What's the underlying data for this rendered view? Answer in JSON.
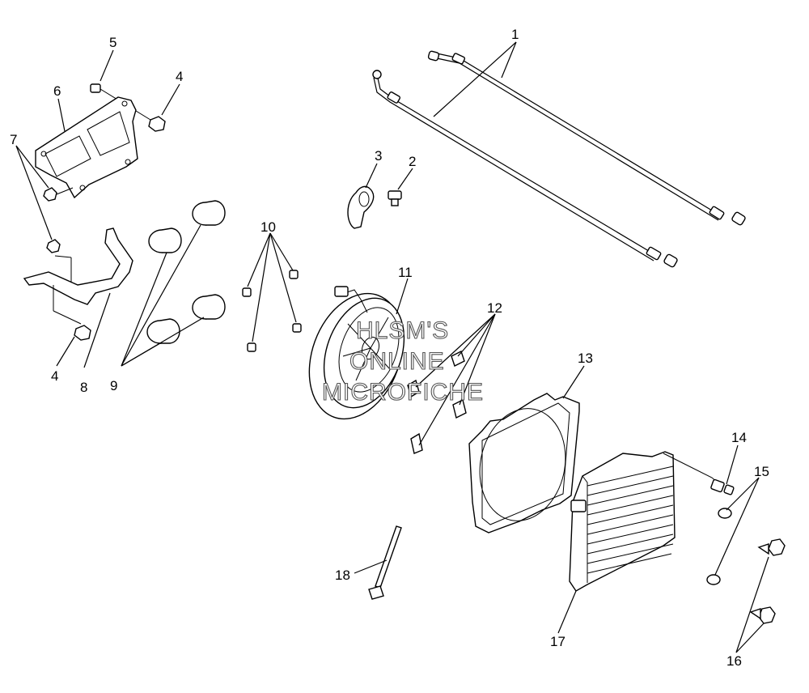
{
  "callouts": {
    "c1": "1",
    "c2": "2",
    "c3": "3",
    "c4a": "4",
    "c4b": "4",
    "c5": "5",
    "c6": "6",
    "c7": "7",
    "c8": "8",
    "c9": "9",
    "c10": "10",
    "c11": "11",
    "c12": "12",
    "c13": "13",
    "c14": "14",
    "c15": "15",
    "c16": "16",
    "c17": "17",
    "c18": "18"
  },
  "watermark": {
    "line1": "HLSM'S",
    "line2": "ONLINE",
    "line3": "MICROFICHE"
  }
}
